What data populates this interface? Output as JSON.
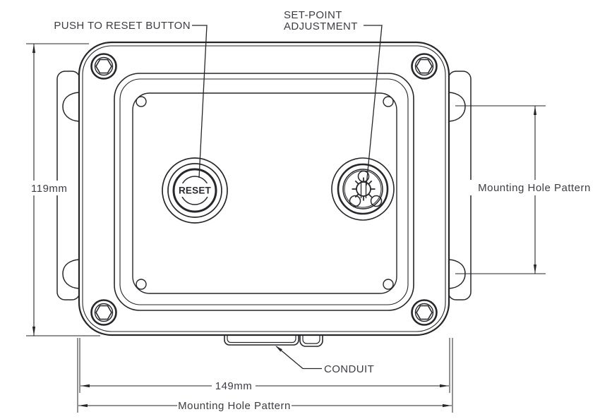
{
  "drawing": {
    "type": "technical-drawing",
    "subject": "wall-mount enclosure front view",
    "colors": {
      "background": "#ffffff",
      "line": "#26262b",
      "text": "#3c3c44"
    },
    "callouts": {
      "push_to_reset": "PUSH TO RESET BUTTON",
      "set_point_line1": "SET-POINT",
      "set_point_line2": "ADJUSTMENT",
      "conduit": "CONDUIT"
    },
    "controls": {
      "reset_button_label": "RESET"
    },
    "dimensions": {
      "overall_height": "119mm",
      "overall_width": "149mm",
      "mounting_hole_pattern_vertical": "Mounting Hole Pattern",
      "mounting_hole_pattern_horizontal": "Mounting Hole Pattern"
    }
  }
}
